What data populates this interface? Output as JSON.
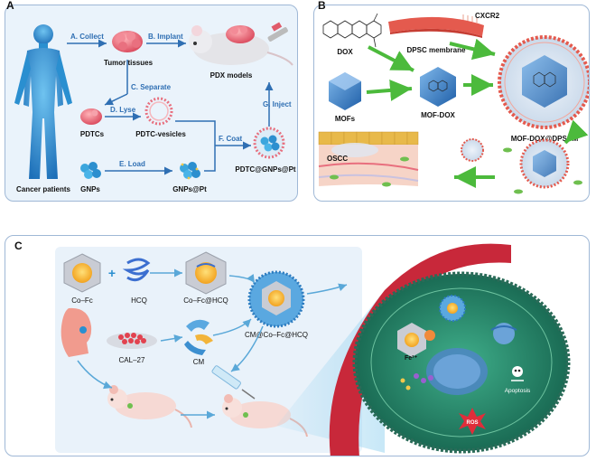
{
  "panel_labels": {
    "a": "A",
    "b": "B",
    "c": "C"
  },
  "panel_a": {
    "cancer_patients": "Cancer patients",
    "tumor_tissues": "Tumor tissues",
    "pdx_models": "PDX models",
    "pdtcs": "PDTCs",
    "pdtc_vesicles": "PDTC-vesicles",
    "gnps": "GNPs",
    "gnps_pt": "GNPs@Pt",
    "pdtc_gnps_pt": "PDTC@GNPs@Pt",
    "step_collect": "A. Collect",
    "step_implant": "B. Implant",
    "step_separate": "C. Separate",
    "step_lyse": "D. Lyse",
    "step_load": "E. Load",
    "step_coat": "F. Coat",
    "step_inject": "G. Inject"
  },
  "panel_b": {
    "dox": "DOX",
    "cxcr2": "CXCR2",
    "dpsc_membrane": "DPSC membrane",
    "mofs": "MOFs",
    "mof_dox": "MOF-DOX",
    "mof_dox_dpscm": "MOF-DOX@DPSCM",
    "oscc": "OSCC"
  },
  "panel_c": {
    "co_fc": "Co–Fc",
    "hcq": "HCQ",
    "co_fc_hcq": "Co–Fc@HCQ",
    "cal27": "CAL–27",
    "cm": "CM",
    "cm_co_fc_hcq": "CM@Co–Fc@HCQ",
    "fe": "Fe²⁺",
    "ros": "ROS",
    "apoptosis": "Apoptosis",
    "plus": "+"
  },
  "colors": {
    "arrow_blue": "#2f6fb3",
    "arrow_green": "#4cba3c",
    "body_blue": "#2a8fd0",
    "tumor_pink": "#e86f7e",
    "cell_green": "#2f8f6a",
    "vessel_red": "#c8283a"
  }
}
